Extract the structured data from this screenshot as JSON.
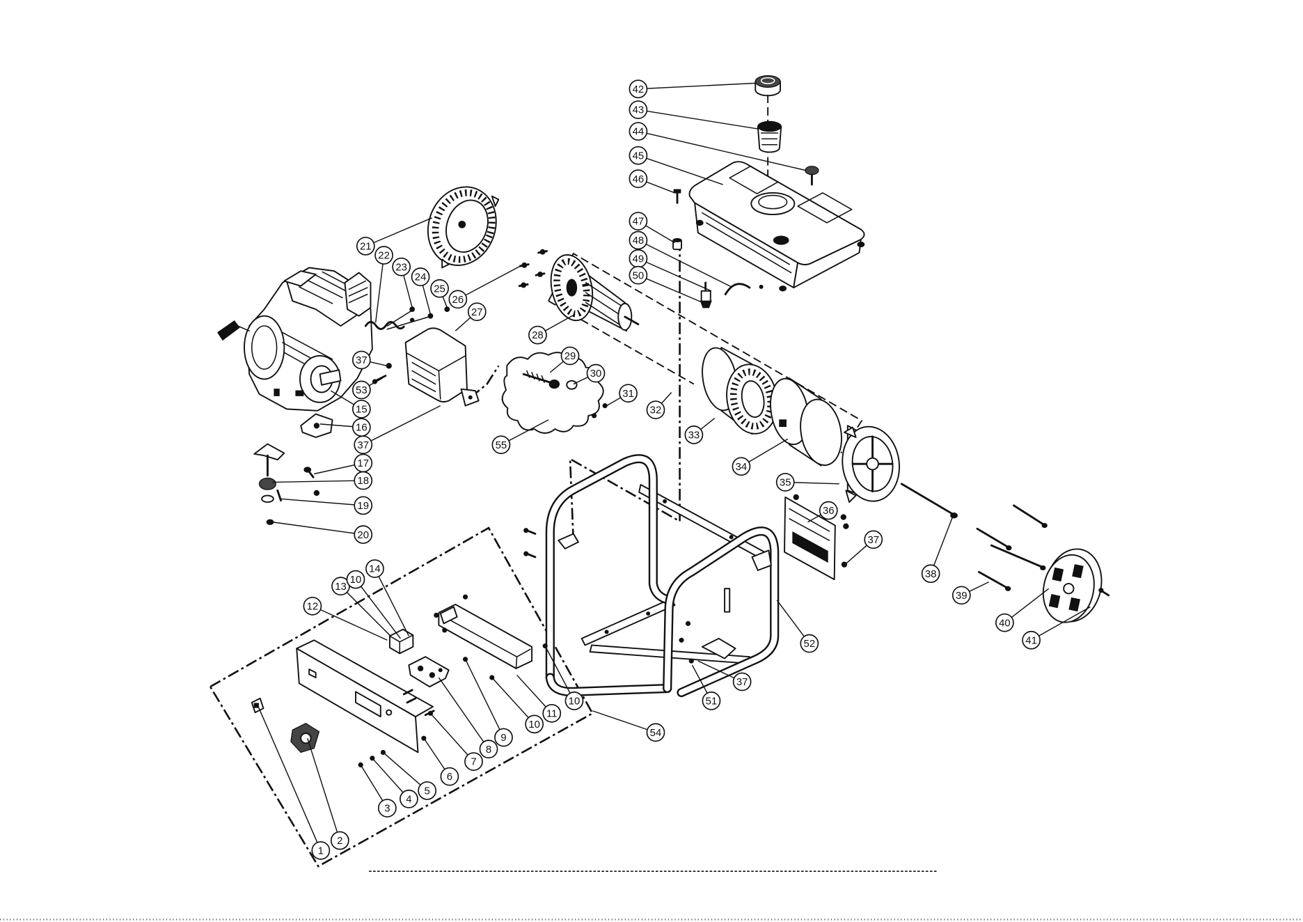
{
  "diagram": {
    "callouts": [
      {
        "label": "1"
      },
      {
        "label": "2"
      },
      {
        "label": "3"
      },
      {
        "label": "4"
      },
      {
        "label": "5"
      },
      {
        "label": "6"
      },
      {
        "label": "7"
      },
      {
        "label": "8"
      },
      {
        "label": "9"
      },
      {
        "label": "10"
      },
      {
        "label": "11"
      },
      {
        "label": "10"
      },
      {
        "label": "12"
      },
      {
        "label": "13"
      },
      {
        "label": "10"
      },
      {
        "label": "14"
      },
      {
        "label": "15"
      },
      {
        "label": "16"
      },
      {
        "label": "17"
      },
      {
        "label": "18"
      },
      {
        "label": "19"
      },
      {
        "label": "20"
      },
      {
        "label": "21"
      },
      {
        "label": "22"
      },
      {
        "label": "23"
      },
      {
        "label": "24"
      },
      {
        "label": "25"
      },
      {
        "label": "26"
      },
      {
        "label": "27"
      },
      {
        "label": "28"
      },
      {
        "label": "29"
      },
      {
        "label": "30"
      },
      {
        "label": "31"
      },
      {
        "label": "32"
      },
      {
        "label": "33"
      },
      {
        "label": "34"
      },
      {
        "label": "35"
      },
      {
        "label": "36"
      },
      {
        "label": "37"
      },
      {
        "label": "53"
      },
      {
        "label": "37"
      },
      {
        "label": "37"
      },
      {
        "label": "37"
      },
      {
        "label": "38"
      },
      {
        "label": "39"
      },
      {
        "label": "40"
      },
      {
        "label": "41"
      },
      {
        "label": "42"
      },
      {
        "label": "43"
      },
      {
        "label": "44"
      },
      {
        "label": "45"
      },
      {
        "label": "46"
      },
      {
        "label": "47"
      },
      {
        "label": "48"
      },
      {
        "label": "49"
      },
      {
        "label": "50"
      },
      {
        "label": "51"
      },
      {
        "label": "52"
      },
      {
        "label": "54"
      },
      {
        "label": "55"
      }
    ]
  }
}
